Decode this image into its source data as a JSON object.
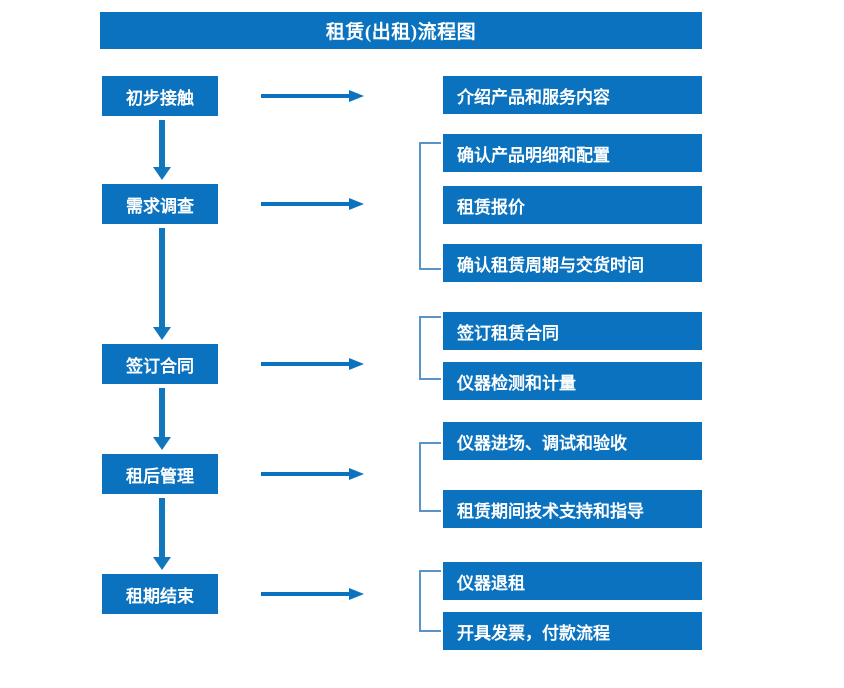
{
  "title": "租赁(出租)流程图",
  "accent_color": "#0A72BE",
  "bracket_color": "#5A93C6",
  "arrow_color": "#1276BD",
  "stages": [
    {
      "label": "初步接触"
    },
    {
      "label": "需求调查"
    },
    {
      "label": "签订合同"
    },
    {
      "label": "租后管理"
    },
    {
      "label": "租期结束"
    }
  ],
  "details": [
    {
      "label": "介绍产品和服务内容"
    },
    {
      "label": "确认产品明细和配置"
    },
    {
      "label": "租赁报价"
    },
    {
      "label": "确认租赁周期与交货时间"
    },
    {
      "label": "签订租赁合同"
    },
    {
      "label": "仪器检测和计量"
    },
    {
      "label": "仪器进场、调试和验收"
    },
    {
      "label": "租赁期间技术支持和指导"
    },
    {
      "label": "仪器退租"
    },
    {
      "label": "开具发票，付款流程"
    }
  ]
}
